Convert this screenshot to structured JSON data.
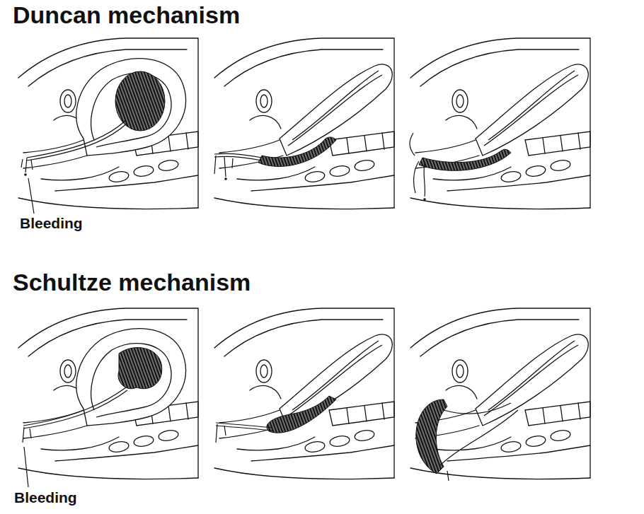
{
  "diagram": {
    "labels": [
      "Duncan mechanism",
      "Bleeding",
      "Schultze mechanism",
      "Bleeding"
    ]
  }
}
